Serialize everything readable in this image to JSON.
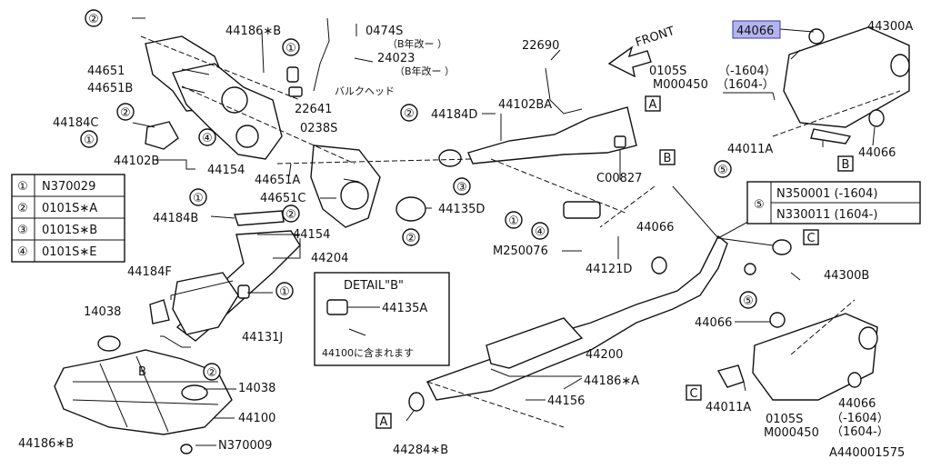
{
  "diagram_code": "A440001575",
  "front_label": "FRONT",
  "callouts": [
    {
      "id": "c1",
      "text": "44186∗B"
    },
    {
      "id": "c2",
      "text": "0474S"
    },
    {
      "id": "c3",
      "text": "（B年改ー ）"
    },
    {
      "id": "c4",
      "text": "24023"
    },
    {
      "id": "c5",
      "text": "（B年改ー ）"
    },
    {
      "id": "c6",
      "text": "バルクヘッド"
    },
    {
      "id": "c7",
      "text": "22641"
    },
    {
      "id": "c8",
      "text": "44651"
    },
    {
      "id": "c9",
      "text": "44651B"
    },
    {
      "id": "c10",
      "text": "44184C"
    },
    {
      "id": "c11",
      "text": "44102B"
    },
    {
      "id": "c12",
      "text": "44154"
    },
    {
      "id": "c13",
      "text": "0238S"
    },
    {
      "id": "c14",
      "text": "44651A"
    },
    {
      "id": "c15",
      "text": "44651C"
    },
    {
      "id": "c16",
      "text": "44184B"
    },
    {
      "id": "c17",
      "text": "44154"
    },
    {
      "id": "c18",
      "text": "44204"
    },
    {
      "id": "c19",
      "text": "44184F"
    },
    {
      "id": "c20",
      "text": "14038"
    },
    {
      "id": "c21",
      "text": "44131J"
    },
    {
      "id": "c22",
      "text": "14038"
    },
    {
      "id": "c23",
      "text": "44100"
    },
    {
      "id": "c24",
      "text": "44186∗B"
    },
    {
      "id": "c25",
      "text": "N370009"
    },
    {
      "id": "c26",
      "text": "22690"
    },
    {
      "id": "c27",
      "text": "44184D"
    },
    {
      "id": "c28",
      "text": "44102BA"
    },
    {
      "id": "c29",
      "text": "C00827"
    },
    {
      "id": "c30",
      "text": "44135D"
    },
    {
      "id": "c31",
      "text": "M250076"
    },
    {
      "id": "c32",
      "text": "44121D"
    },
    {
      "id": "c33",
      "text": "44066"
    },
    {
      "id": "c34",
      "text": "44200"
    },
    {
      "id": "c35",
      "text": "44186∗A"
    },
    {
      "id": "c36",
      "text": "44156"
    },
    {
      "id": "c37",
      "text": "44284∗B"
    },
    {
      "id": "c38",
      "text": "44066"
    },
    {
      "id": "c39",
      "text": "44300A"
    },
    {
      "id": "c40",
      "text": "0105S"
    },
    {
      "id": "c41",
      "text": "M000450"
    },
    {
      "id": "c42",
      "text": "（-1604）"
    },
    {
      "id": "c43",
      "text": "（1604-）"
    },
    {
      "id": "c44",
      "text": "44011A"
    },
    {
      "id": "c45",
      "text": "44066"
    },
    {
      "id": "c46",
      "text": "44300B"
    },
    {
      "id": "c47",
      "text": "44066"
    },
    {
      "id": "c48",
      "text": "44011A"
    },
    {
      "id": "c49",
      "text": "0105S"
    },
    {
      "id": "c50",
      "text": "M000450"
    },
    {
      "id": "c51",
      "text": "44066"
    },
    {
      "id": "c52",
      "text": "（-1604）"
    },
    {
      "id": "c53",
      "text": "（1604-）"
    }
  ],
  "ref_numbers": [
    "①",
    "②",
    "③",
    "④",
    "⑤"
  ],
  "ref_letters": [
    "A",
    "B",
    "C"
  ],
  "legend_left": [
    {
      "key": "①",
      "value": "N370029"
    },
    {
      "key": "②",
      "value": "0101S∗A"
    },
    {
      "key": "③",
      "value": "0101S∗B"
    },
    {
      "key": "④",
      "value": "0101S∗E"
    }
  ],
  "legend_right": {
    "key": "⑤",
    "values": [
      "N350001 (-1604)",
      "N330011 (1604-)"
    ]
  },
  "detail_box": {
    "title": "DETAIL\"B\"",
    "part_label": "44135A",
    "note": "44100に含まれます"
  },
  "highlight_color": "#b4b4ee"
}
